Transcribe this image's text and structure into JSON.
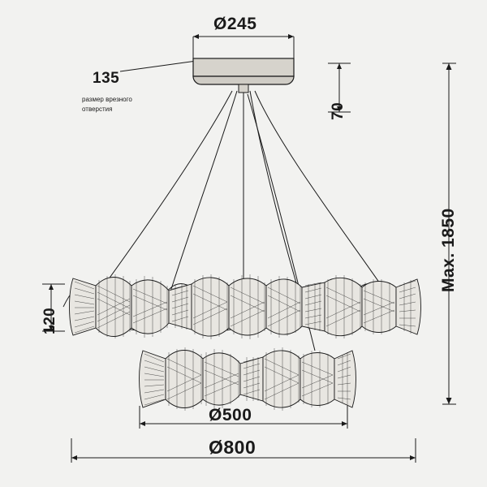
{
  "diagram": {
    "type": "technical-drawing",
    "subject": "pendant-chandelier",
    "background_color": "#f2f2f0",
    "line_color": "#1a1a1a",
    "dimensions": {
      "canopy_diameter": "Ø245",
      "mounting_hole": "135",
      "mounting_hole_note_line1": "размер врезного",
      "mounting_hole_note_line2": "отверстия",
      "canopy_height": "70",
      "max_height": "Max. 1850",
      "ring_height": "120",
      "inner_ring_diameter": "Ø500",
      "outer_ring_diameter": "Ø800"
    }
  }
}
